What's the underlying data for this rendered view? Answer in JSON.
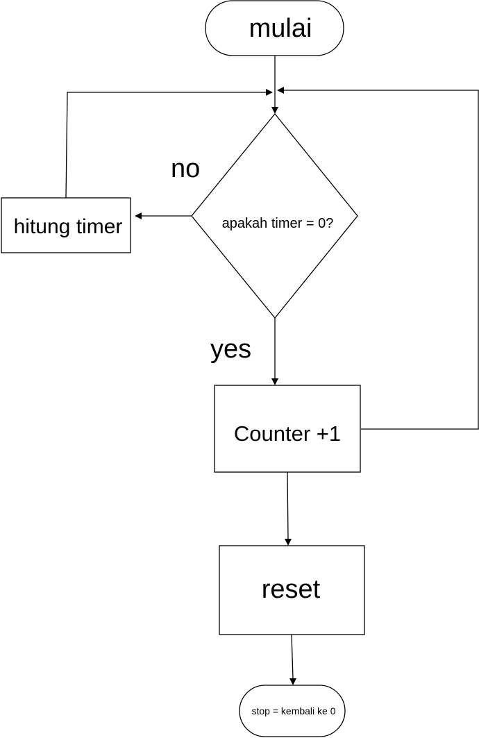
{
  "nodes": {
    "start": {
      "label": "mulai",
      "shape": "terminator"
    },
    "decision": {
      "label": "apakah timer = 0?",
      "shape": "diamond"
    },
    "count_timer": {
      "label": "hitung timer",
      "shape": "process"
    },
    "counter": {
      "label": "Counter +1",
      "shape": "process"
    },
    "reset": {
      "label": "reset",
      "shape": "process"
    },
    "stop": {
      "label": "stop = kembali ke 0",
      "shape": "terminator"
    }
  },
  "edges": {
    "no": {
      "label": "no",
      "from": "decision",
      "to": "count_timer"
    },
    "yes": {
      "label": "yes",
      "from": "decision",
      "to": "counter"
    },
    "start_to_decision": {
      "from": "start",
      "to": "decision"
    },
    "count_timer_loop": {
      "from": "count_timer",
      "to": "decision"
    },
    "counter_loop": {
      "from": "counter",
      "to": "decision"
    },
    "counter_to_reset": {
      "from": "counter",
      "to": "reset"
    },
    "reset_to_stop": {
      "from": "reset",
      "to": "stop"
    }
  },
  "colors": {
    "line": "#000000",
    "fill": "#ffffff"
  }
}
